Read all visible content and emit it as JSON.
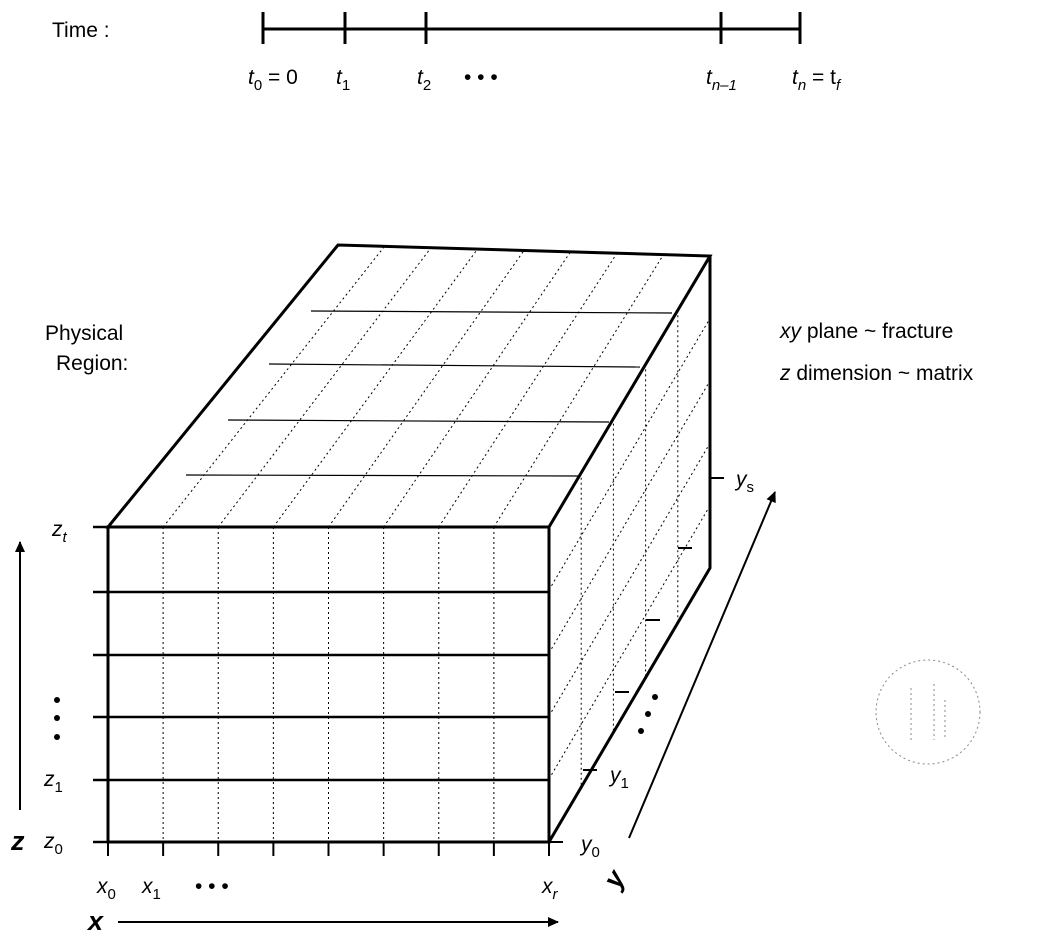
{
  "time": {
    "label": "Time :",
    "ticks": [
      {
        "var": "t",
        "sub": "0",
        "suffix": " = 0"
      },
      {
        "var": "t",
        "sub": "1",
        "suffix": ""
      },
      {
        "var": "t",
        "sub": "2",
        "suffix": ""
      },
      {
        "var": "t",
        "sub": "n–1",
        "suffix": ""
      },
      {
        "var": "t",
        "sub": "n",
        "suffix": " = t",
        "suffix_sub": "f"
      }
    ],
    "ellipsis": "• • •"
  },
  "physical_region": {
    "line1": "Physical",
    "line2": "Region:"
  },
  "legend": {
    "line1_italic": "xy",
    "line1_rest": " plane ~ fracture",
    "line2_italic": "z",
    "line2_rest": " dimension ~ matrix"
  },
  "z_axis": {
    "axis_label": "z",
    "top": {
      "var": "z",
      "sub": "t"
    },
    "one": {
      "var": "z",
      "sub": "1"
    },
    "zero": {
      "var": "z",
      "sub": "0"
    }
  },
  "x_axis": {
    "axis_label": "x",
    "zero": {
      "var": "x",
      "sub": "0"
    },
    "one": {
      "var": "x",
      "sub": "1"
    },
    "last": {
      "var": "x",
      "sub": "r"
    },
    "ellipsis": "• • •"
  },
  "y_axis": {
    "axis_label": "y",
    "top": {
      "var": "y",
      "sub": "s"
    },
    "one": {
      "var": "y",
      "sub": "1"
    },
    "zero": {
      "var": "y",
      "sub": "0"
    }
  }
}
